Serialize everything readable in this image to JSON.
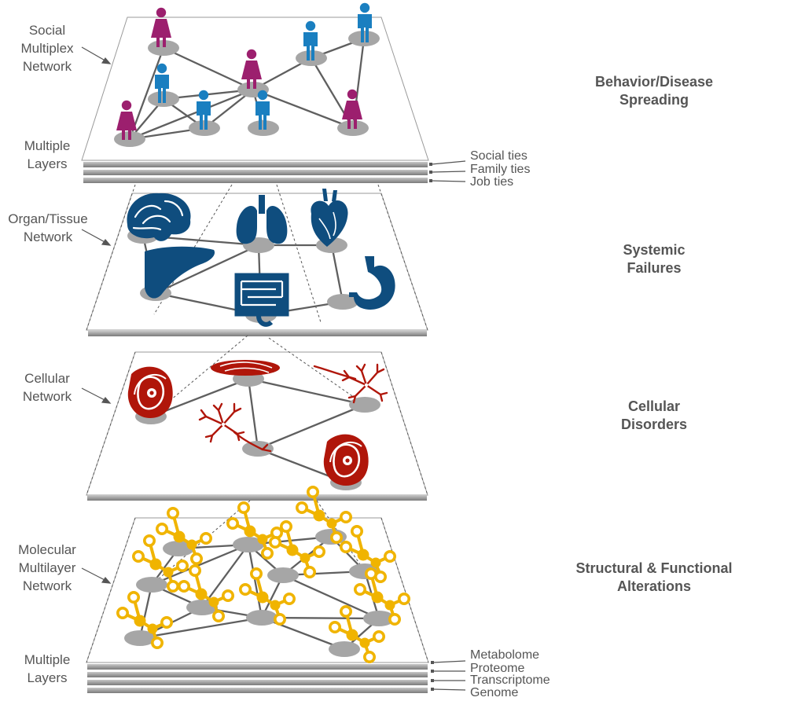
{
  "left_labels": {
    "social_multiplex": [
      "Social",
      "Multiplex",
      "Network"
    ],
    "multiple_layers_top": [
      "Multiple",
      "Layers"
    ],
    "organ_tissue": [
      "Organ/Tissue",
      "Network"
    ],
    "cellular": [
      "Cellular",
      "Network"
    ],
    "molecular": [
      "Molecular",
      "Multilayer",
      "Network"
    ],
    "multiple_layers_bottom": [
      "Multiple",
      "Layers"
    ]
  },
  "social_stack": [
    "Social ties",
    "Family ties",
    "Job ties"
  ],
  "omics_stack": [
    "Metabolome",
    "Proteome",
    "Transcriptome",
    "Genome"
  ],
  "titles": {
    "social": [
      "Behavior/Disease",
      "Spreading"
    ],
    "organ": [
      "Systemic",
      "Failures"
    ],
    "cellular": [
      "Cellular",
      "Disorders"
    ],
    "molecular": [
      "Structural & Functional",
      "Alterations"
    ]
  },
  "icons": {
    "social_nodes": [
      "female-person-icon",
      "male-person-icon",
      "male-person-icon",
      "female-person-icon",
      "male-person-icon",
      "male-person-icon",
      "male-person-icon",
      "female-person-icon",
      "male-person-icon",
      "female-person-icon"
    ],
    "organ_nodes": [
      "brain-icon",
      "lungs-icon",
      "heart-icon",
      "liver-icon",
      "intestine-icon",
      "stomach-icon"
    ],
    "cell_nodes": [
      "cell-icon",
      "flat-cell-icon",
      "neuron-icon",
      "neuron-icon",
      "cell-icon"
    ],
    "molecule_icon": "molecule-icon"
  },
  "colors": {
    "female": "#9c1f6e",
    "male": "#1a7fc0",
    "organ": "#0f4d7e",
    "cell": "#b0160a",
    "molecule": "#f0b400",
    "node": "#a6a6a6",
    "edge": "#5f5f5f",
    "label": "#555555"
  }
}
